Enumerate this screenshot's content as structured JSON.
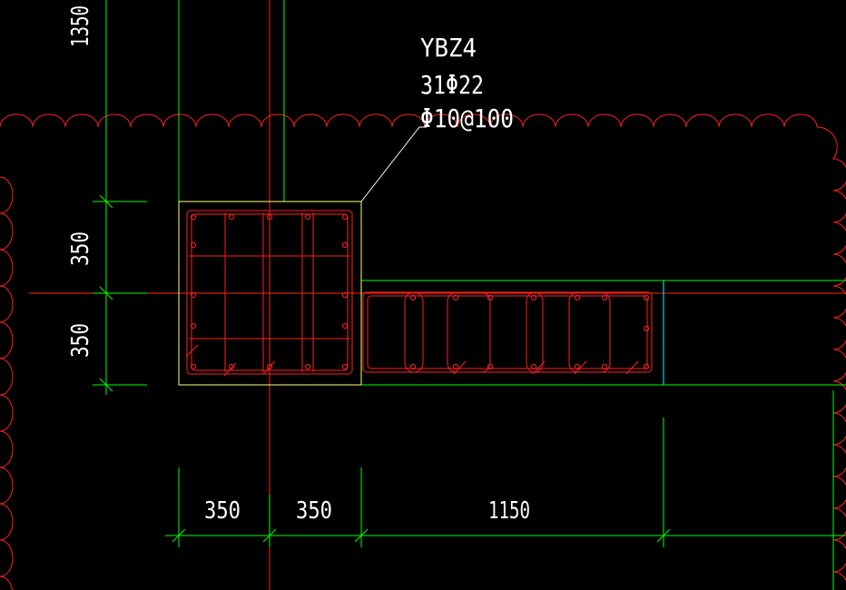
{
  "colors": {
    "background": "#000000",
    "grid_axis": "#ff2020",
    "dimension": "#00ff00",
    "column_outline": "#ffff80",
    "rebar": "#ff2020",
    "cut_line": "#00ffff",
    "text": "#ffffff",
    "leader": "#ffffff",
    "revision_cloud": "#ff2020"
  },
  "label": {
    "name": "YBZ4",
    "longitudinal": "31Φ22",
    "stirrup": "Φ10@100"
  },
  "dimensions": {
    "top_vertical": "1350",
    "left_upper": "350",
    "left_lower": "350",
    "bottom_1": "350",
    "bottom_2": "350",
    "bottom_3": "1150"
  }
}
